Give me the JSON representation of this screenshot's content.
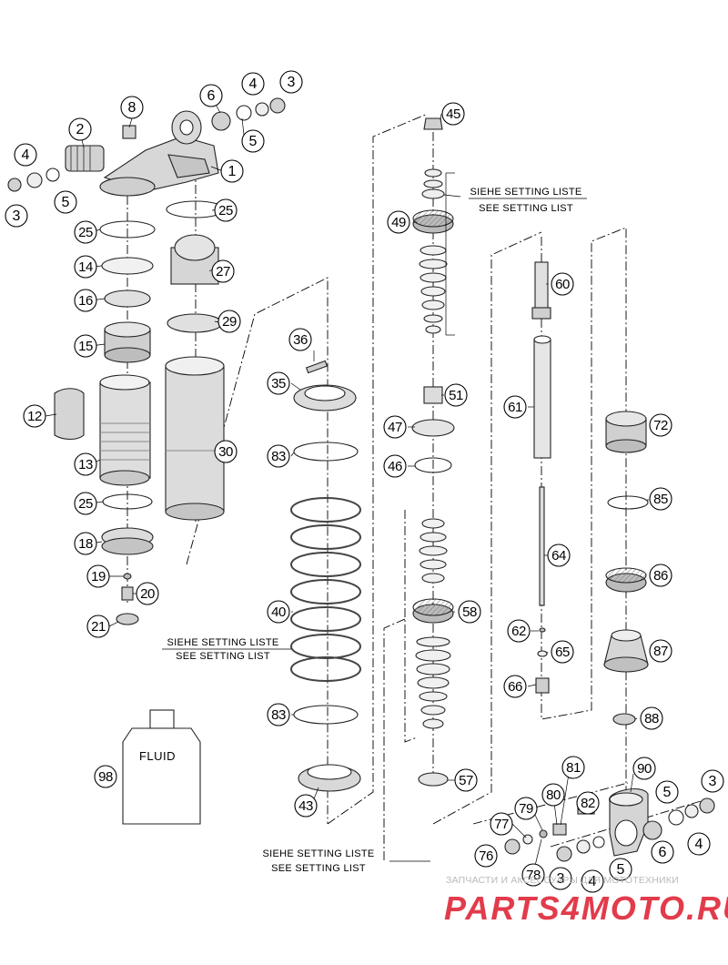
{
  "diagram": {
    "callouts": [
      "1",
      "2",
      "3",
      "4",
      "5",
      "6",
      "8",
      "12",
      "13",
      "14",
      "15",
      "16",
      "18",
      "19",
      "20",
      "21",
      "25",
      "27",
      "29",
      "30",
      "35",
      "36",
      "40",
      "43",
      "45",
      "46",
      "47",
      "49",
      "51",
      "57",
      "58",
      "60",
      "61",
      "62",
      "64",
      "65",
      "66",
      "72",
      "76",
      "77",
      "78",
      "79",
      "80",
      "81",
      "82",
      "83",
      "85",
      "86",
      "87",
      "88",
      "90",
      "98"
    ],
    "notes": {
      "setting_de": "SIEHE SETTING LISTE",
      "setting_en": "SEE SETTING LIST"
    },
    "fluid_label": "FLUID"
  },
  "watermark": {
    "top_line": "ЗАПЧАСТИ И АКСЕССУАРЫ ДЛЯ МОТОТЕХНИКИ",
    "brand": "PARTS4MOTO.RU",
    "brand_color": "#e23b4b"
  }
}
